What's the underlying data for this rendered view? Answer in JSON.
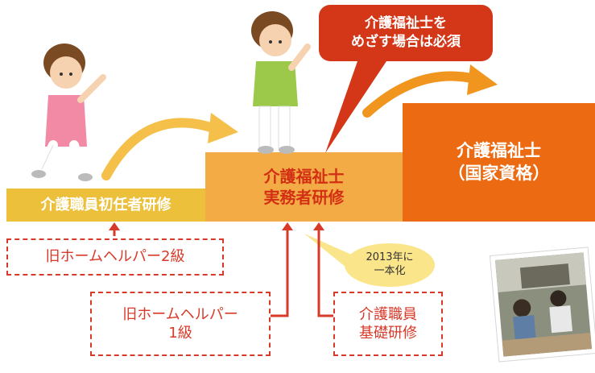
{
  "colors": {
    "level1": "#ecc03a",
    "level2": "#f3ac45",
    "level3": "#ec6a12",
    "callout": "#d43718",
    "dashed": "#d83a2a",
    "bubble": "#fbe58a"
  },
  "steps": {
    "initial_training": "介護職員初任者研修",
    "practitioner_line1": "介護福祉士",
    "practitioner_line2": "実務者研修",
    "national_line1": "介護福祉士",
    "national_line2": "（国家資格）"
  },
  "callout": {
    "line1": "介護福祉士を",
    "line2": "めざす場合は必須"
  },
  "bubble": {
    "line1": "2013年に",
    "line2": "一本化"
  },
  "legacy": {
    "helper2": "旧ホームヘルパー2級",
    "helper1_line1": "旧ホームヘルパー",
    "helper1_line2": "1級",
    "basic_line1": "介護職員",
    "basic_line2": "基礎研修"
  },
  "icons": [
    "caregiver-walking-icon",
    "caregiver-pointing-icon",
    "classroom-photo-icon"
  ]
}
